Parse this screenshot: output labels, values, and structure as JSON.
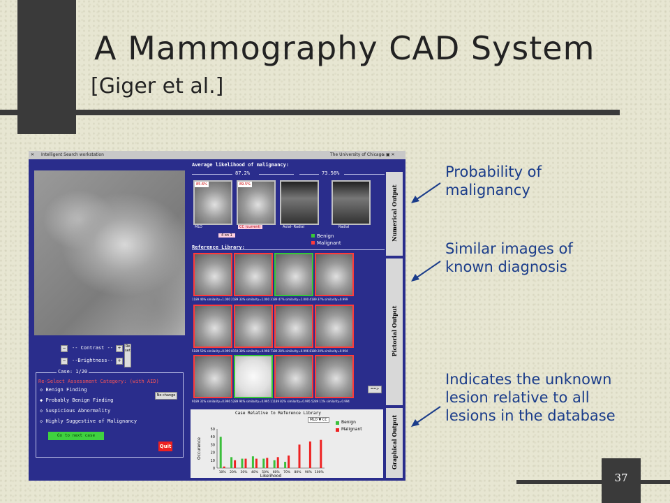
{
  "slide": {
    "title": "A Mammography CAD System",
    "subtitle": "[Giger et al.]",
    "page_number": "37",
    "callouts": [
      {
        "line1": "Probability of",
        "line2": "malignancy"
      },
      {
        "line1": "Similar images of",
        "line2": "known diagnosis"
      },
      {
        "line1": "Indicates the unknown",
        "line2": "lesion relative to all",
        "line3": "lesions in the database"
      }
    ]
  },
  "app": {
    "window_title": "Intelligent Search workstation",
    "window_right": "The University of Chicago",
    "avg_label": "Average likelihood of malignancy:",
    "avg_value_1": "87.2%",
    "avg_value_2": "73.56%",
    "views": [
      {
        "label": "MLO",
        "pct": "85.6%"
      },
      {
        "label": "CC (current)",
        "pct": "89.5%"
      },
      {
        "label": "Axial- Radial",
        "pct": ""
      },
      {
        "label": "Radial",
        "pct": ""
      }
    ],
    "case_tag": "4 on 1",
    "legend": {
      "benign": "Benign",
      "malignant": "Malignant",
      "benign_color": "#37c837",
      "malignant_color": "#ff3a3a"
    },
    "ref_label": "Reference Library:",
    "ref_row1_caption": "1189 46% similarity=1.000  2189 33% similarity=1.000  3189 47% similarity=1.000  4189 37% similarity=0.999",
    "ref_row2_caption": "5189 53% similarity=0.999  8159 38% similarity=0.998  7189 28% similarity=0.996  8189 20% similarity=0.994",
    "ref_row3_caption": "9189 31% similarity=0.996  5289 94% similarity=0.995  11189 82% similarity=0.995  5289 11% similarity=0.994",
    "next_btn": "==>",
    "contrast_label": "-- Contrast --",
    "brightness_label": "--Brightness--",
    "minus": "−",
    "plus": "+",
    "reset": "Reset",
    "case_label": "Case: 1/20",
    "reselect_label": "Re-Select Assessment Category: (with AID)",
    "options": [
      "Benign Finding",
      "Probably Benign Finding",
      "Suspicious Abnormality",
      "Highly Suggestive of Malignancy"
    ],
    "no_change": "No change",
    "go_next": "Go to next case",
    "quit": "Quit",
    "numerical_output": "Numerical Output",
    "pictorial_output": "Pictorial Output",
    "graphical_output": "Graphical Output"
  },
  "chart_data": {
    "type": "bar",
    "title": "Case Relative to Reference Library",
    "select_label": "MLO ▼ CC",
    "categories": [
      "10%",
      "20%",
      "30%",
      "40%",
      "50%",
      "60%",
      "70%",
      "80%",
      "90%",
      "100%"
    ],
    "series": [
      {
        "name": "Benign",
        "color": "#3bbf3b",
        "values": [
          40,
          14,
          12,
          15,
          12,
          10,
          8,
          0,
          0,
          0
        ]
      },
      {
        "name": "Malignant",
        "color": "#ee2222",
        "values": [
          2,
          10,
          12,
          12,
          13,
          14,
          16,
          30,
          34,
          36
        ]
      }
    ],
    "xlabel": "Likelihood",
    "ylabel": "Occurence",
    "yticks": [
      "0",
      "10",
      "20",
      "30",
      "40",
      "50"
    ],
    "ylim": [
      0,
      50
    ]
  }
}
